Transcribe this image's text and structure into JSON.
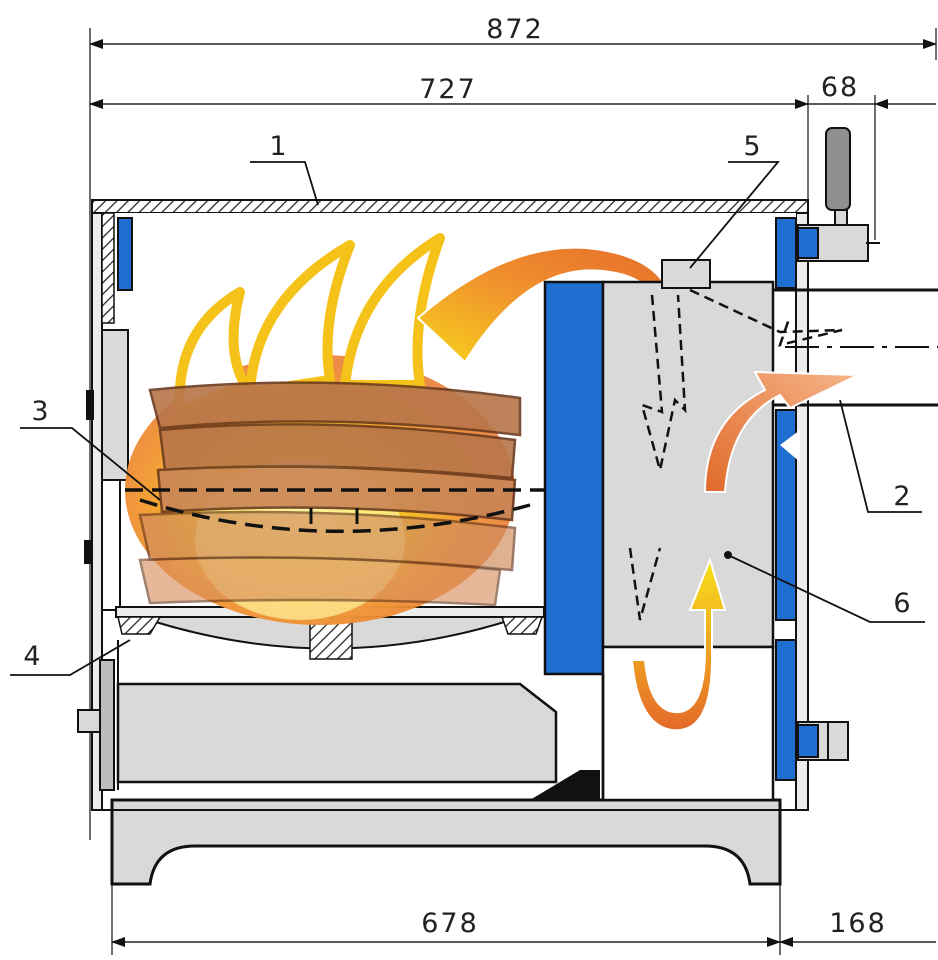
{
  "dimensions": {
    "overall_width": "872",
    "body_width": "727",
    "flue_offset": "68",
    "base_width": "678",
    "flue_projection": "168"
  },
  "callouts": {
    "top_sheet": "1",
    "flue_outlet": "2",
    "grate_line": "3",
    "grate_support": "4",
    "damper": "5",
    "heat_exchanger": "6"
  },
  "colors": {
    "water_jacket": "#1f6fd1",
    "steel_grey": "#d9d9d9",
    "flame_orange": "#e8762a",
    "flame_yellow": "#f7d21b",
    "wood_brown": "#b8754a"
  }
}
